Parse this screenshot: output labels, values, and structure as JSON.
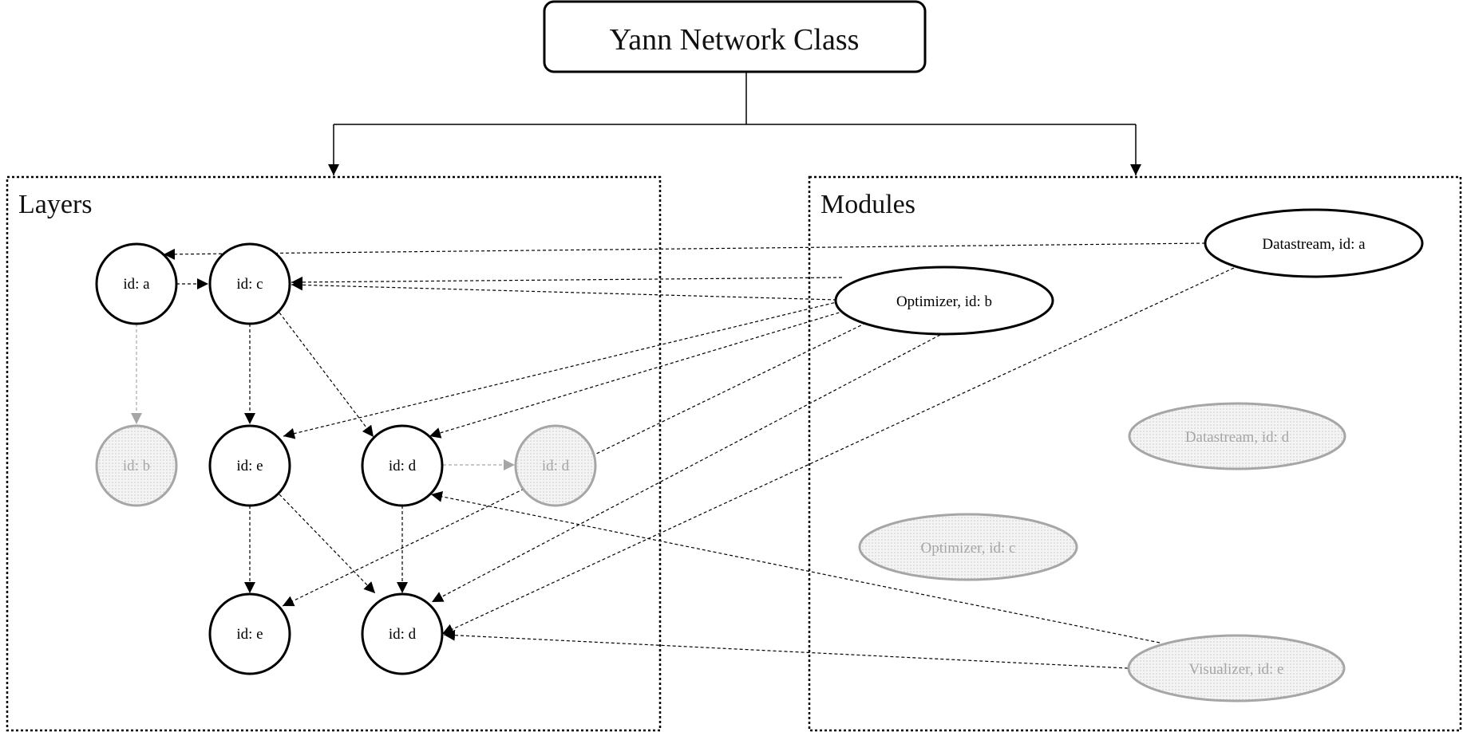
{
  "title": "Yann Network Class",
  "panels": {
    "layers": "Layers",
    "modules": "Modules"
  },
  "layers": [
    {
      "key": "a",
      "label": "id: a",
      "state": "active"
    },
    {
      "key": "c",
      "label": "id: c",
      "state": "active"
    },
    {
      "key": "b",
      "label": "id: b",
      "state": "inactive"
    },
    {
      "key": "e1",
      "label": "id: e",
      "state": "active"
    },
    {
      "key": "d1",
      "label": "id: d",
      "state": "active"
    },
    {
      "key": "d2",
      "label": "id: d",
      "state": "inactive"
    },
    {
      "key": "e2",
      "label": "id: e",
      "state": "active"
    },
    {
      "key": "d3",
      "label": "id: d",
      "state": "active"
    }
  ],
  "modules": [
    {
      "key": "ds_a",
      "label": "Datastream, id: a",
      "state": "active"
    },
    {
      "key": "opt_b",
      "label": "Optimizer, id: b",
      "state": "active"
    },
    {
      "key": "ds_d",
      "label": "Datastream, id: d",
      "state": "inactive"
    },
    {
      "key": "opt_c",
      "label": "Optimizer, id: c",
      "state": "inactive"
    },
    {
      "key": "vis_e",
      "label": "Visualizer, id: e",
      "state": "inactive"
    }
  ],
  "colors": {
    "active_stroke": "#000000",
    "inactive_stroke": "#a6a6a6",
    "inactive_fill": "#f2f2f2",
    "dot": "#c8c8c8"
  }
}
